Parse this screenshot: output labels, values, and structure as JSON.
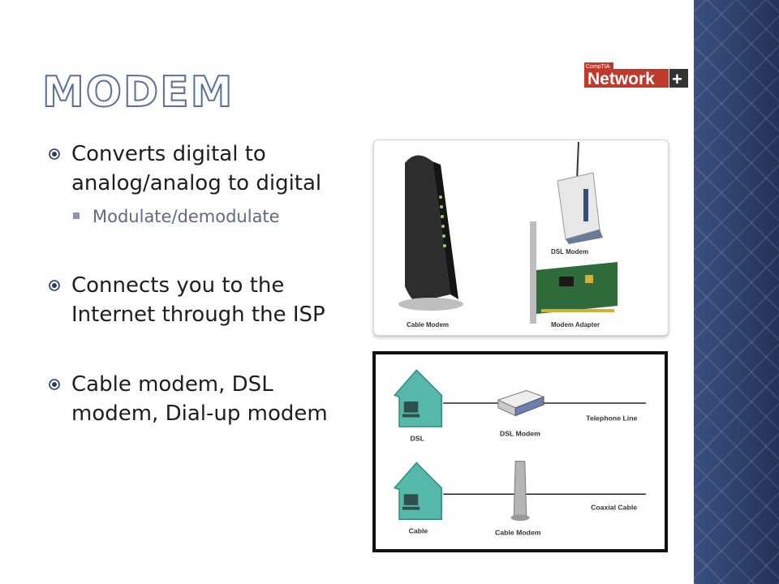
{
  "slide": {
    "title": "Modem",
    "logo": {
      "small": "CompTIA",
      "main": "Network",
      "plus": "+"
    },
    "bullets": [
      {
        "text": "Converts digital to analog/analog to digital",
        "sub": [
          "Modulate/demodulate"
        ]
      },
      {
        "text": "Connects you to the Internet through the ISP"
      },
      {
        "text": "Cable modem, DSL modem, Dial-up modem"
      }
    ]
  },
  "photo": {
    "cable_modem": "Cable Modem",
    "dsl_modem": "DSL Modem",
    "modem_adapter": "Modem Adapter"
  },
  "diagram": {
    "dsl": "DSL",
    "dsl_modem": "DSL Modem",
    "telephone_line": "Telephone Line",
    "cable": "Cable",
    "cable_modem": "Cable Modem",
    "coaxial_cable": "Coaxial Cable"
  },
  "colors": {
    "title_outline": "#5a6f9a",
    "sidebar": "#2a3d66",
    "house": "#4fb3a6",
    "logo_red": "#c0392b"
  }
}
